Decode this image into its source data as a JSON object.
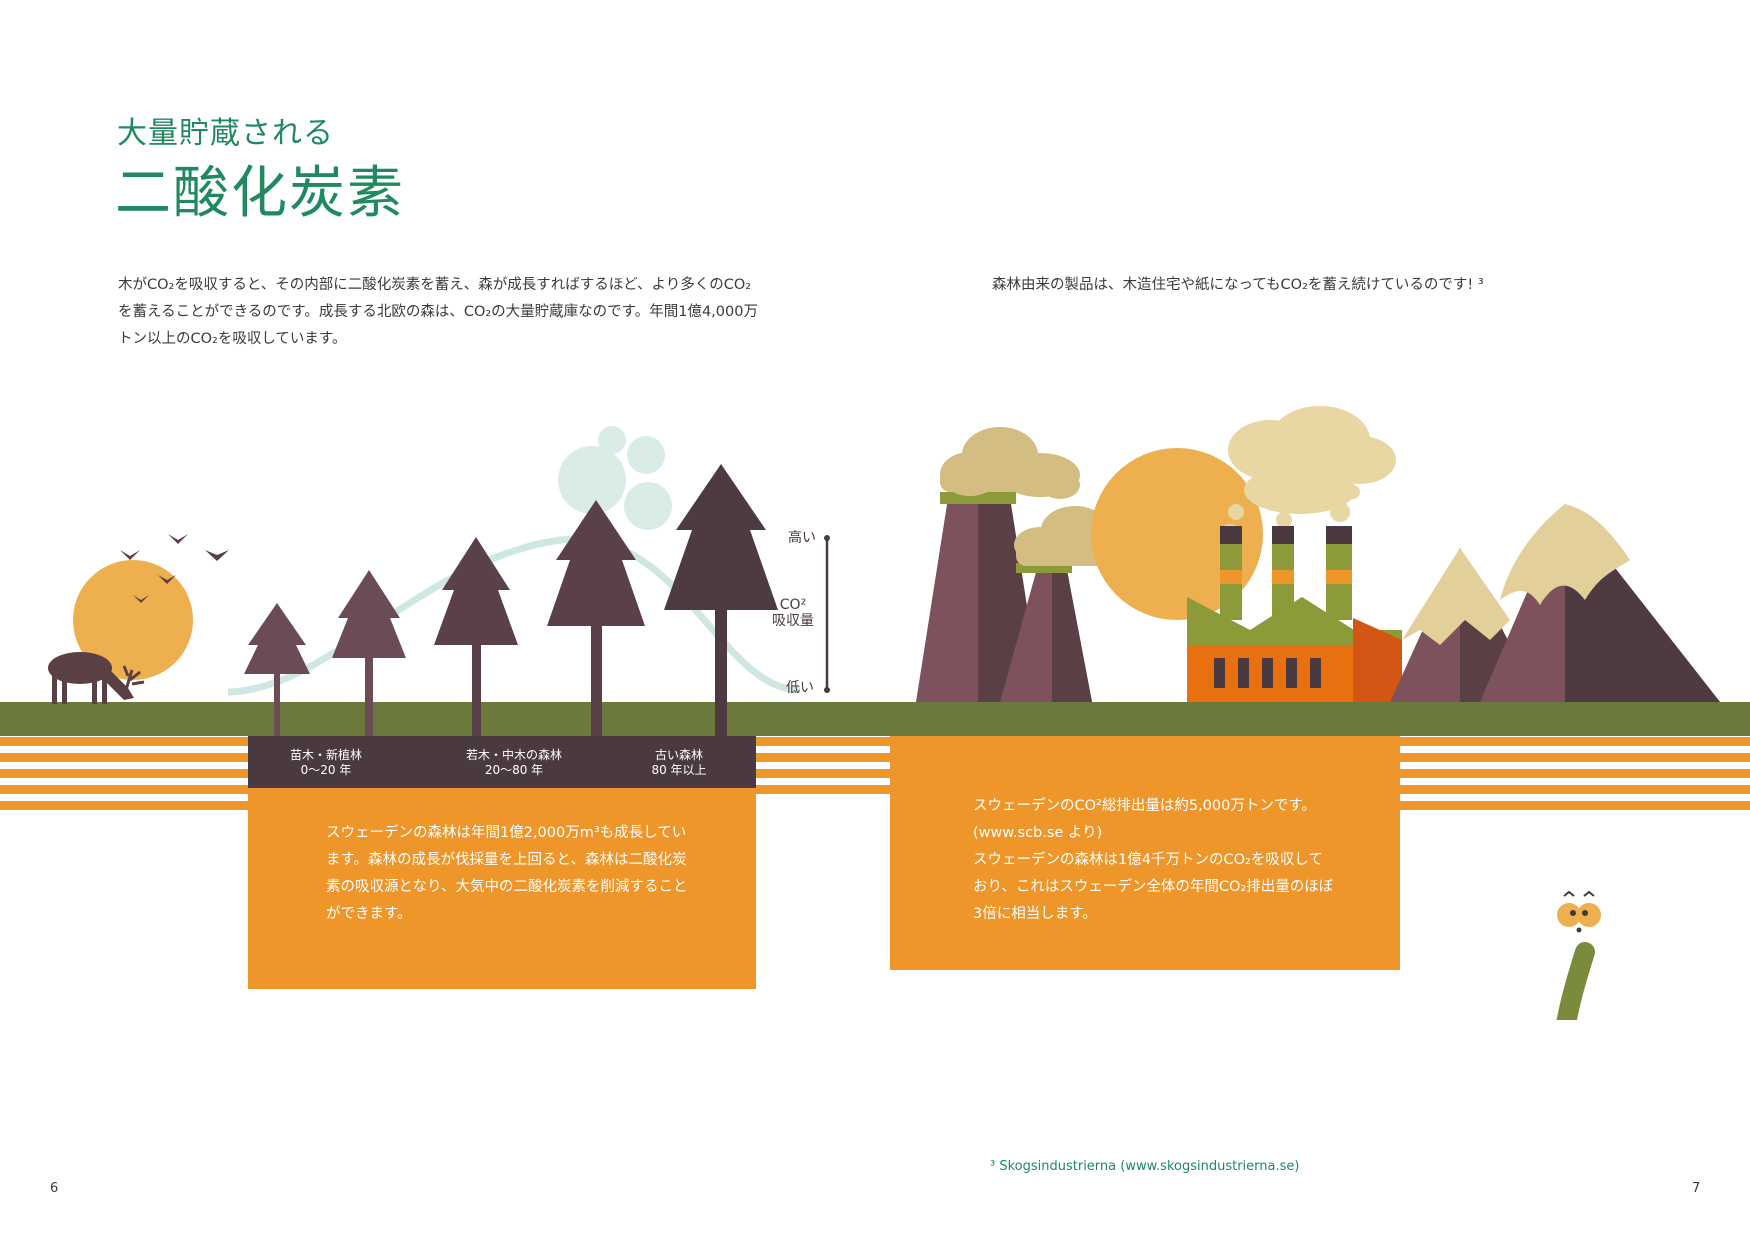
{
  "header": {
    "subtitle": "大量貯蔵される",
    "title": "二酸化炭素"
  },
  "intro_left": "木がCO₂を吸収すると、その内部に二酸化炭素を蓄え、森が成長すればするほど、より多くのCO₂を蓄えることができるのです。成長する北欧の森は、CO₂の大量貯蔵庫なのです。年間1億4,000万トン以上のCO₂を吸収しています。",
  "intro_right": "森林由来の製品は、木造住宅や紙になってもCO₂を蓄え続けているのです! ³",
  "co2_scale": {
    "high": "高い",
    "label_line1": "CO²",
    "label_line2": "吸収量",
    "low": "低い"
  },
  "forest_ages": [
    {
      "name": "苗木・新植林",
      "years": "0〜20 年"
    },
    {
      "name": "若木・中木の森林",
      "years": "20〜80 年"
    },
    {
      "name": "古い森林",
      "years": "80 年以上"
    }
  ],
  "box_left": {
    "lines": [
      "スウェーデンの森林は年間1億2,000万m³も成長してい",
      "ます。森林の成長が伐採量を上回ると、森林は二酸化炭",
      "素の吸収源となり、大気中の二酸化炭素を削減すること",
      "ができます。"
    ]
  },
  "box_right": {
    "lines": [
      "スウェーデンのCO²総排出量は約5,000万トンです。",
      "(www.scb.se より)",
      "スウェーデンの森林は1億4千万トンのCO₂を吸収して",
      "おり、これはスウェーデン全体の年間CO₂排出量のほぼ",
      "3倍に相当します。"
    ]
  },
  "footnote": "³ Skogsindustrierna (www.skogsindustrierna.se)",
  "page_numbers": {
    "left": "6",
    "right": "7"
  },
  "colors": {
    "green_text": "#1f8a5f",
    "ground": "#6b7a3c",
    "orange": "#ee962a",
    "dark_band": "#4a3a3f",
    "tree_dark": "#4e3b42",
    "tree_mid": "#6b4c55",
    "sun": "#eeb04f",
    "factory": "#e8700e"
  }
}
